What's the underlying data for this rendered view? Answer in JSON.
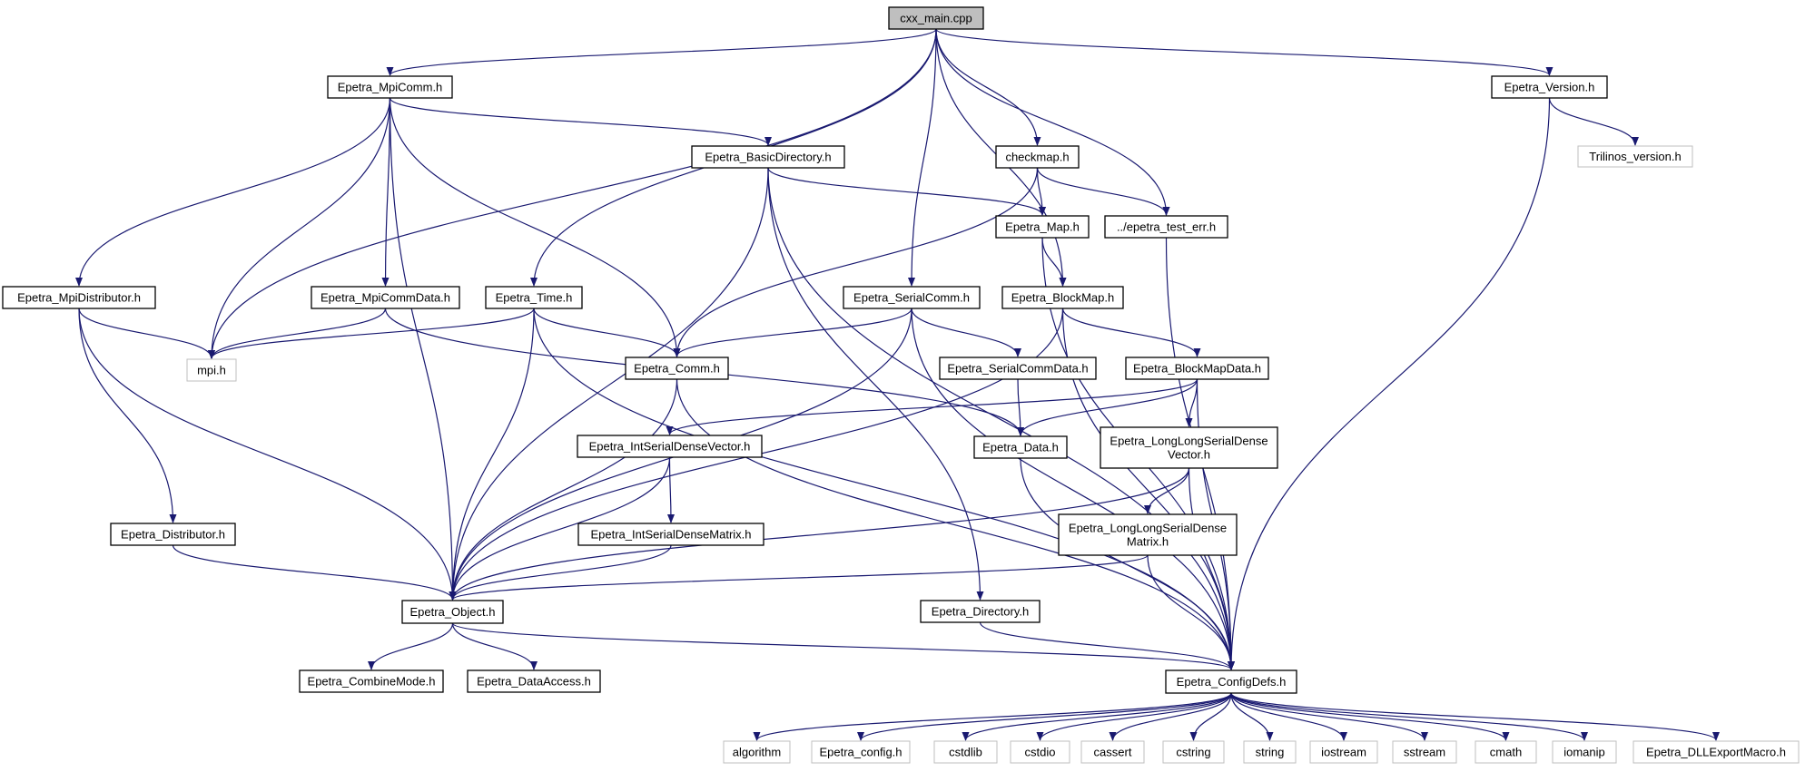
{
  "colors": {
    "edge": "#191970",
    "node_border": "#000000",
    "external_border": "#bfbfbf",
    "root_fill": "#bfbfbf",
    "node_fill": "#ffffff",
    "text": "#000000"
  },
  "nodes": [
    {
      "id": "cxx_main",
      "label": "cxx_main.cpp",
      "kind": "root"
    },
    {
      "id": "Epetra_MpiComm",
      "label": "Epetra_MpiComm.h",
      "kind": "normal"
    },
    {
      "id": "Epetra_Version",
      "label": "Epetra_Version.h",
      "kind": "normal"
    },
    {
      "id": "Trilinos_version",
      "label": "Trilinos_version.h",
      "kind": "external"
    },
    {
      "id": "Epetra_BasicDirectory",
      "label": "Epetra_BasicDirectory.h",
      "kind": "normal"
    },
    {
      "id": "checkmap",
      "label": "checkmap.h",
      "kind": "normal"
    },
    {
      "id": "Epetra_Map",
      "label": "Epetra_Map.h",
      "kind": "normal"
    },
    {
      "id": "epetra_test_err",
      "label": "../epetra_test_err.h",
      "kind": "normal"
    },
    {
      "id": "Epetra_MpiDistributor",
      "label": "Epetra_MpiDistributor.h",
      "kind": "normal"
    },
    {
      "id": "Epetra_MpiCommData",
      "label": "Epetra_MpiCommData.h",
      "kind": "normal"
    },
    {
      "id": "Epetra_Time",
      "label": "Epetra_Time.h",
      "kind": "normal"
    },
    {
      "id": "Epetra_SerialComm",
      "label": "Epetra_SerialComm.h",
      "kind": "normal"
    },
    {
      "id": "Epetra_BlockMap",
      "label": "Epetra_BlockMap.h",
      "kind": "normal"
    },
    {
      "id": "mpi",
      "label": "mpi.h",
      "kind": "external"
    },
    {
      "id": "Epetra_Comm",
      "label": "Epetra_Comm.h",
      "kind": "normal"
    },
    {
      "id": "Epetra_SerialCommData",
      "label": "Epetra_SerialCommData.h",
      "kind": "normal"
    },
    {
      "id": "Epetra_BlockMapData",
      "label": "Epetra_BlockMapData.h",
      "kind": "normal"
    },
    {
      "id": "Epetra_IntSerialDenseVector",
      "label": "Epetra_IntSerialDenseVector.h",
      "kind": "normal"
    },
    {
      "id": "Epetra_Data",
      "label": "Epetra_Data.h",
      "kind": "normal"
    },
    {
      "id": "Epetra_LongLongSerialDenseVector",
      "label": "Epetra_LongLongSerialDense\nVector.h",
      "kind": "normal"
    },
    {
      "id": "Epetra_Distributor",
      "label": "Epetra_Distributor.h",
      "kind": "normal"
    },
    {
      "id": "Epetra_IntSerialDenseMatrix",
      "label": "Epetra_IntSerialDenseMatrix.h",
      "kind": "normal"
    },
    {
      "id": "Epetra_LongLongSerialDenseMatrix",
      "label": "Epetra_LongLongSerialDense\nMatrix.h",
      "kind": "normal"
    },
    {
      "id": "Epetra_Object",
      "label": "Epetra_Object.h",
      "kind": "normal"
    },
    {
      "id": "Epetra_Directory",
      "label": "Epetra_Directory.h",
      "kind": "normal"
    },
    {
      "id": "Epetra_CombineMode",
      "label": "Epetra_CombineMode.h",
      "kind": "normal"
    },
    {
      "id": "Epetra_DataAccess",
      "label": "Epetra_DataAccess.h",
      "kind": "normal"
    },
    {
      "id": "Epetra_ConfigDefs",
      "label": "Epetra_ConfigDefs.h",
      "kind": "normal"
    },
    {
      "id": "algorithm",
      "label": "algorithm",
      "kind": "external"
    },
    {
      "id": "Epetra_config",
      "label": "Epetra_config.h",
      "kind": "external"
    },
    {
      "id": "cstdlib",
      "label": "cstdlib",
      "kind": "external"
    },
    {
      "id": "cstdio",
      "label": "cstdio",
      "kind": "external"
    },
    {
      "id": "cassert",
      "label": "cassert",
      "kind": "external"
    },
    {
      "id": "cstring",
      "label": "cstring",
      "kind": "external"
    },
    {
      "id": "string",
      "label": "string",
      "kind": "external"
    },
    {
      "id": "iostream",
      "label": "iostream",
      "kind": "external"
    },
    {
      "id": "sstream",
      "label": "sstream",
      "kind": "external"
    },
    {
      "id": "cmath",
      "label": "cmath",
      "kind": "external"
    },
    {
      "id": "iomanip",
      "label": "iomanip",
      "kind": "external"
    },
    {
      "id": "Epetra_DLLExportMacro",
      "label": "Epetra_DLLExportMacro.h",
      "kind": "external"
    }
  ],
  "edges": [
    [
      "cxx_main",
      "Epetra_MpiComm"
    ],
    [
      "cxx_main",
      "mpi"
    ],
    [
      "cxx_main",
      "Epetra_Time"
    ],
    [
      "cxx_main",
      "Epetra_SerialComm"
    ],
    [
      "cxx_main",
      "Epetra_BlockMap"
    ],
    [
      "cxx_main",
      "checkmap"
    ],
    [
      "cxx_main",
      "epetra_test_err"
    ],
    [
      "cxx_main",
      "Epetra_Version"
    ],
    [
      "Epetra_MpiComm",
      "Epetra_MpiDistributor"
    ],
    [
      "Epetra_MpiComm",
      "mpi"
    ],
    [
      "Epetra_MpiComm",
      "Epetra_Object"
    ],
    [
      "Epetra_MpiComm",
      "Epetra_MpiCommData"
    ],
    [
      "Epetra_MpiComm",
      "Epetra_Comm"
    ],
    [
      "Epetra_MpiComm",
      "Epetra_BasicDirectory"
    ],
    [
      "Epetra_Version",
      "Trilinos_version"
    ],
    [
      "Epetra_Version",
      "Epetra_ConfigDefs"
    ],
    [
      "Epetra_BasicDirectory",
      "Epetra_Object"
    ],
    [
      "Epetra_BasicDirectory",
      "Epetra_Map"
    ],
    [
      "Epetra_BasicDirectory",
      "Epetra_ConfigDefs"
    ],
    [
      "Epetra_BasicDirectory",
      "Epetra_Directory"
    ],
    [
      "checkmap",
      "Epetra_Map"
    ],
    [
      "checkmap",
      "epetra_test_err"
    ],
    [
      "checkmap",
      "Epetra_Comm"
    ],
    [
      "Epetra_Map",
      "Epetra_BlockMap"
    ],
    [
      "Epetra_Map",
      "Epetra_ConfigDefs"
    ],
    [
      "epetra_test_err",
      "Epetra_ConfigDefs"
    ],
    [
      "Epetra_MpiDistributor",
      "mpi"
    ],
    [
      "Epetra_MpiDistributor",
      "Epetra_Distributor"
    ],
    [
      "Epetra_MpiDistributor",
      "Epetra_Object"
    ],
    [
      "Epetra_MpiCommData",
      "mpi"
    ],
    [
      "Epetra_MpiCommData",
      "Epetra_Data"
    ],
    [
      "Epetra_Time",
      "mpi"
    ],
    [
      "Epetra_Time",
      "Epetra_Comm"
    ],
    [
      "Epetra_Time",
      "Epetra_Object"
    ],
    [
      "Epetra_Time",
      "Epetra_ConfigDefs"
    ],
    [
      "Epetra_SerialComm",
      "Epetra_Comm"
    ],
    [
      "Epetra_SerialComm",
      "Epetra_SerialCommData"
    ],
    [
      "Epetra_SerialComm",
      "Epetra_Object"
    ],
    [
      "Epetra_SerialComm",
      "Epetra_ConfigDefs"
    ],
    [
      "Epetra_BlockMap",
      "Epetra_BlockMapData"
    ],
    [
      "Epetra_BlockMap",
      "Epetra_Object"
    ],
    [
      "Epetra_BlockMap",
      "Epetra_ConfigDefs"
    ],
    [
      "Epetra_Comm",
      "Epetra_Object"
    ],
    [
      "Epetra_Comm",
      "Epetra_ConfigDefs"
    ],
    [
      "Epetra_SerialCommData",
      "Epetra_Data"
    ],
    [
      "Epetra_BlockMapData",
      "Epetra_Data"
    ],
    [
      "Epetra_BlockMapData",
      "Epetra_IntSerialDenseVector"
    ],
    [
      "Epetra_BlockMapData",
      "Epetra_LongLongSerialDenseVector"
    ],
    [
      "Epetra_BlockMapData",
      "Epetra_ConfigDefs"
    ],
    [
      "Epetra_IntSerialDenseVector",
      "Epetra_IntSerialDenseMatrix"
    ],
    [
      "Epetra_IntSerialDenseVector",
      "Epetra_Object"
    ],
    [
      "Epetra_Data",
      "Epetra_ConfigDefs"
    ],
    [
      "Epetra_LongLongSerialDenseVector",
      "Epetra_LongLongSerialDenseMatrix"
    ],
    [
      "Epetra_LongLongSerialDenseVector",
      "Epetra_Object"
    ],
    [
      "Epetra_LongLongSerialDenseVector",
      "Epetra_ConfigDefs"
    ],
    [
      "Epetra_Distributor",
      "Epetra_Object"
    ],
    [
      "Epetra_IntSerialDenseMatrix",
      "Epetra_Object"
    ],
    [
      "Epetra_LongLongSerialDenseMatrix",
      "Epetra_Object"
    ],
    [
      "Epetra_LongLongSerialDenseMatrix",
      "Epetra_ConfigDefs"
    ],
    [
      "Epetra_Object",
      "Epetra_CombineMode"
    ],
    [
      "Epetra_Object",
      "Epetra_DataAccess"
    ],
    [
      "Epetra_Object",
      "Epetra_ConfigDefs"
    ],
    [
      "Epetra_Directory",
      "Epetra_ConfigDefs"
    ],
    [
      "Epetra_ConfigDefs",
      "algorithm"
    ],
    [
      "Epetra_ConfigDefs",
      "Epetra_config"
    ],
    [
      "Epetra_ConfigDefs",
      "cstdlib"
    ],
    [
      "Epetra_ConfigDefs",
      "cstdio"
    ],
    [
      "Epetra_ConfigDefs",
      "cassert"
    ],
    [
      "Epetra_ConfigDefs",
      "cstring"
    ],
    [
      "Epetra_ConfigDefs",
      "string"
    ],
    [
      "Epetra_ConfigDefs",
      "iostream"
    ],
    [
      "Epetra_ConfigDefs",
      "sstream"
    ],
    [
      "Epetra_ConfigDefs",
      "cmath"
    ],
    [
      "Epetra_ConfigDefs",
      "iomanip"
    ],
    [
      "Epetra_ConfigDefs",
      "Epetra_DLLExportMacro"
    ]
  ]
}
